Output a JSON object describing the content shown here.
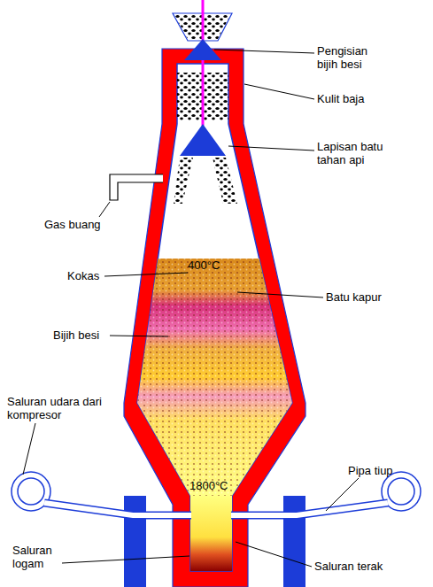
{
  "diagram": {
    "labels": [
      "Pengisian bijih besi",
      "Kulit baja",
      "Lapisan batu tahan api",
      "Gas buang",
      "Kokas",
      "400°C",
      "Batu kapur",
      "Bijih besi",
      "Saluran udara dari kompresor",
      "Pipa tiup",
      "1800°C",
      "Saluran terak",
      "Saluran logam"
    ]
  }
}
